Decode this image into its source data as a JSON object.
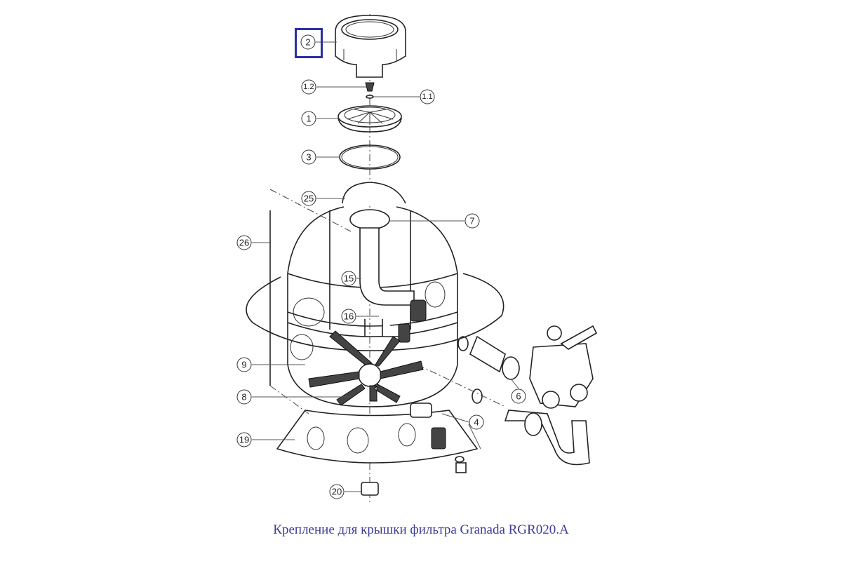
{
  "caption": "Крепление для крышки фильтра Granada RGR020.A",
  "highlight_color": "#2b2fa3",
  "highlighted_part": "2",
  "callouts": {
    "p2": "2",
    "p1_2": "1.2",
    "p1_1": "1.1",
    "p1": "1",
    "p3": "3",
    "p25": "25",
    "p7": "7",
    "p26": "26",
    "p15": "15",
    "p16": "16",
    "p9": "9",
    "p8": "8",
    "p4": "4",
    "p6": "6",
    "p19": "19",
    "p20": "20"
  }
}
